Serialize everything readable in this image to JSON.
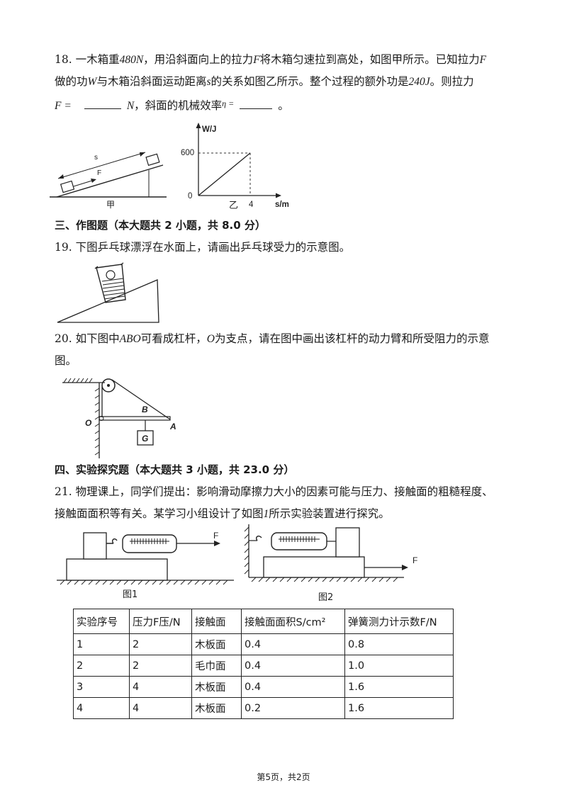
{
  "q18": {
    "line1_a": "18. 一木箱重",
    "weight": "480",
    "unit_n": "N",
    "line1_b": "，用沿斜面向上的拉力",
    "f": "F",
    "line1_c": "将木箱匀速拉到高处，如图甲所示。已知拉力",
    "line2_a": "做的功",
    "w": "W",
    "line2_b": "与木箱沿斜面运动距离",
    "s": "s",
    "line2_c": "的关系如图乙所示。整个过程的额外功是",
    "extra_work": "240",
    "unit_j": "J",
    "line2_d": "。则拉力",
    "line3_f": "F =",
    "line3_unit": "N",
    "line3_b": "，斜面的机械效率",
    "eta": "η =",
    "line3_end": "。"
  },
  "fig_jia": {
    "label_s": "s",
    "label_f": "F",
    "caption": "甲"
  },
  "fig_yi": {
    "ylabel": "W/J",
    "xlabel": "s/m",
    "origin": "0",
    "y_tick": "600",
    "x_tick": "4",
    "caption": "乙"
  },
  "chart_data": {
    "type": "line",
    "x": [
      0,
      4
    ],
    "y": [
      0,
      600
    ],
    "xlabel": "s/m",
    "ylabel": "W/J"
  },
  "section3": {
    "title": "三、作图题（本大题共 2 小题，共 8.0 分）"
  },
  "q19": {
    "text": "19. 下图乒乓球漂浮在水面上，请画出乒乓球受力的示意图。"
  },
  "q20": {
    "line1_a": "20. 如下图中",
    "abo": "ABO",
    "line1_b": "可看成杠杆，",
    "o": "O",
    "line1_c": "为支点，请在图中画出该杠杆的动力臂和所受阻力的示意",
    "line2": "图。"
  },
  "fig_lever": {
    "label_o": "O",
    "label_b": "B",
    "label_a": "A",
    "label_g": "G"
  },
  "section4": {
    "title": "四、实验探究题（本大题共 3 小题，共 23.0 分）"
  },
  "q21": {
    "line1": "21. 物理课上，同学们提出：影响滑动摩擦力大小的因素可能与压力、接触面的粗糙程度、",
    "line2_a": "接触面面积等有关。某学习小组设计了如图",
    "fig_num": "1",
    "line2_b": "所示实验装置进行探究。"
  },
  "fig1": {
    "label_f": "F",
    "caption": "图1"
  },
  "fig2": {
    "label_f": "F",
    "caption": "图2"
  },
  "table": {
    "headers": [
      "实验序号",
      "压力F压/N",
      "接触面",
      "接触面面积S/cm²",
      "弹簧测力计示数F/N"
    ],
    "rows": [
      [
        "1",
        "2",
        "木板面",
        "0.4",
        "0.8"
      ],
      [
        "2",
        "2",
        "毛巾面",
        "0.4",
        "1.0"
      ],
      [
        "3",
        "4",
        "木板面",
        "0.4",
        "1.6"
      ],
      [
        "4",
        "4",
        "木板面",
        "0.2",
        "1.6"
      ]
    ]
  },
  "footer": "第5页，共2页"
}
